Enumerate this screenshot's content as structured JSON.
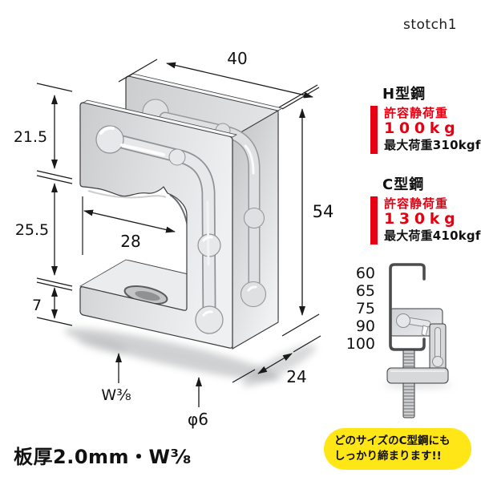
{
  "page": {
    "watermark": "stotch1",
    "background": "#ffffff"
  },
  "main_drawing": {
    "dimensions": {
      "width_top": "40",
      "height_right": "54",
      "upper_jaw_height": "21.5",
      "opening_height": "25.5",
      "lower_lip_height": "7",
      "opening_depth": "28",
      "depth_bottom": "24",
      "screw_label": "W³⁄₈",
      "hole_label": "φ6"
    }
  },
  "ratings": [
    {
      "type": "H型鋼",
      "load_title": "許容静荷重",
      "load_value": "100kg",
      "max_load": "最大荷重310kgf"
    },
    {
      "type": "C型鋼",
      "load_title": "許容静荷重",
      "load_value": "130kg",
      "max_load": "最大荷重410kgf"
    }
  ],
  "size_diagram": {
    "sizes": [
      "60",
      "65",
      "75",
      "90",
      "100"
    ]
  },
  "note": {
    "line1": "どのサイズのC型鋼にも",
    "line2": "しっかり締まります!!"
  },
  "footer": {
    "spec": "板厚2.0mm・W³⁄₈"
  },
  "colors": {
    "accent_red": "#e60012",
    "note_yellow": "#ffe617",
    "metal_light": "#e8e9ea",
    "metal_mid": "#d6d7d9",
    "outline": "#3c3c3e"
  }
}
